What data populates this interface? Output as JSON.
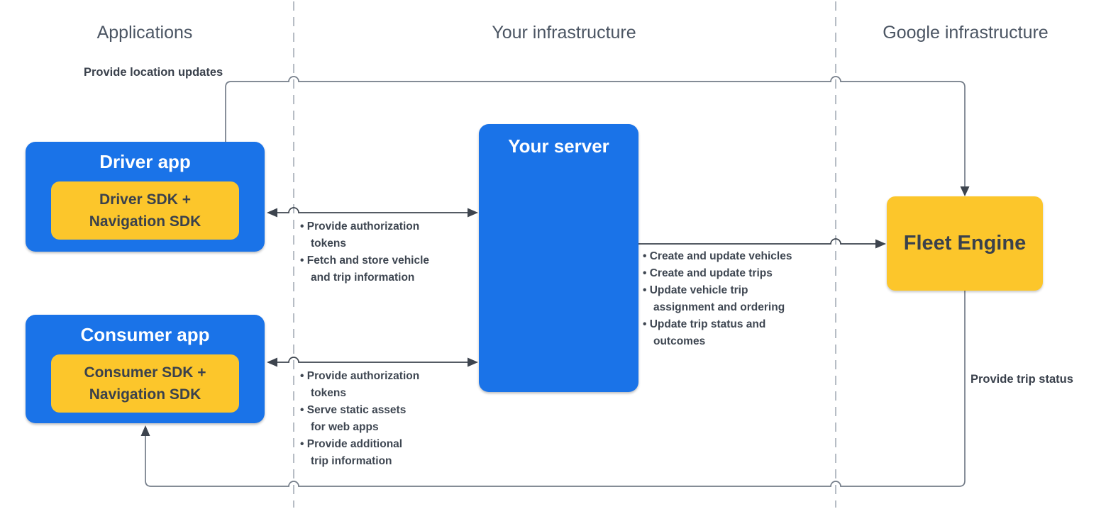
{
  "colors": {
    "blue": "#1a73e8",
    "yellow": "#fcc62b",
    "dark_text": "#3a414c",
    "bullet_text": "#3e4651",
    "header_text": "#4b5563",
    "edge_soft": "#737c88",
    "edge_strong": "#3d444e",
    "divider": "#b7bdc5"
  },
  "columns": [
    {
      "label": "Applications"
    },
    {
      "label": "Your infrastructure"
    },
    {
      "label": "Google infrastructure"
    }
  ],
  "nodes": {
    "driver_app": {
      "title": "Driver app",
      "sdk": "Driver SDK +\nNavigation SDK"
    },
    "consumer_app": {
      "title": "Consumer app",
      "sdk": "Consumer SDK +\nNavigation SDK"
    },
    "your_server": {
      "title": "Your server"
    },
    "fleet_engine": {
      "title": "Fleet Engine"
    }
  },
  "edges": {
    "location_updates": {
      "label": "Provide location updates"
    },
    "trip_status": {
      "label": "Provide trip status"
    },
    "driver_server": {
      "bullets": [
        "Provide authorization\ntokens",
        "Fetch and store vehicle\nand trip information"
      ]
    },
    "consumer_server": {
      "bullets": [
        "Provide authorization\ntokens",
        "Serve static assets\nfor web apps",
        "Provide additional\ntrip information"
      ]
    },
    "server_fleet": {
      "bullets": [
        "Create and update vehicles",
        "Create and update trips",
        "Update vehicle trip\nassignment and ordering",
        "Update trip status and\noutcomes"
      ]
    }
  }
}
